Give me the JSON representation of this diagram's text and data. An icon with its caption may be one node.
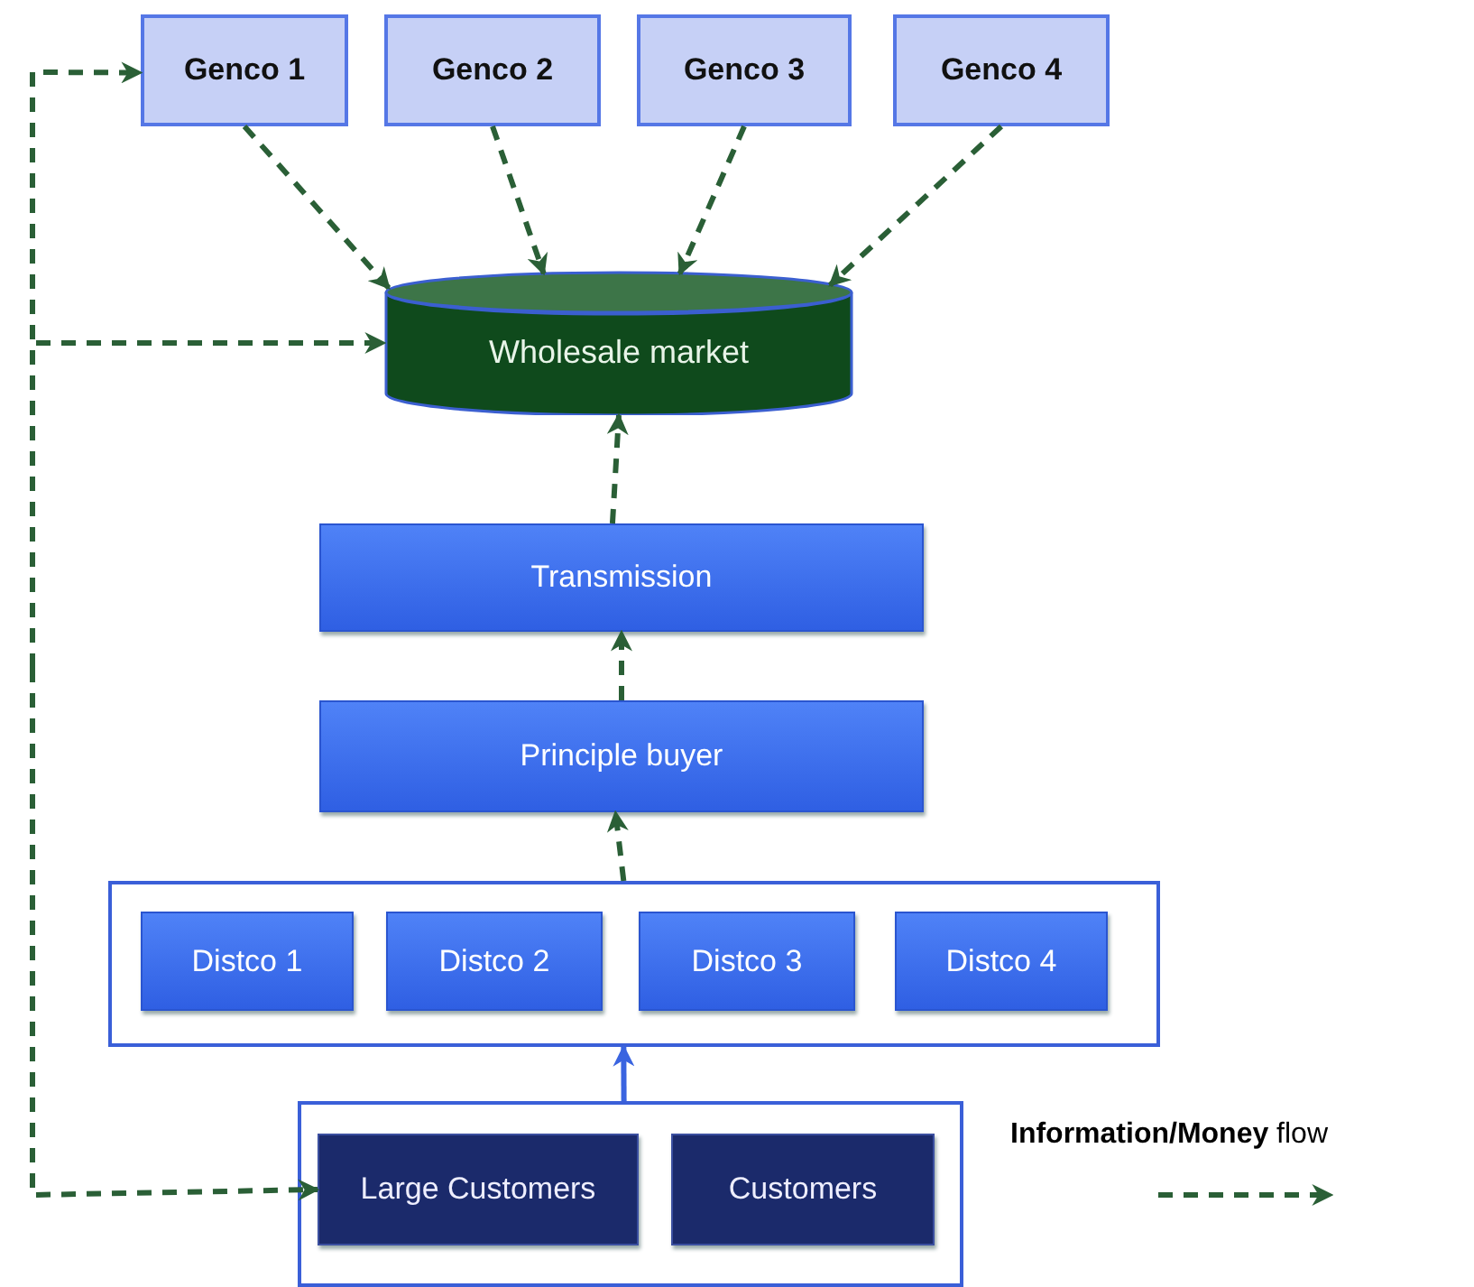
{
  "diagram": {
    "nodes": [
      {
        "text": [
          "Genco 1"
        ]
      },
      {
        "text": [
          "Genco 2"
        ]
      },
      {
        "text": [
          "Genco 3"
        ]
      },
      {
        "text": [
          "Genco 4"
        ]
      },
      {
        "text": [
          "Wholesale market"
        ]
      },
      {
        "text": [
          "Transmission"
        ]
      },
      {
        "text": [
          "Principle buyer"
        ]
      },
      {
        "text": [],
        "shape": "box"
      },
      {
        "text": [
          "Distco 1"
        ],
        "in": 7
      },
      {
        "text": [
          "Distco 2"
        ],
        "in": 7
      },
      {
        "text": [
          "Distco 3"
        ],
        "in": 7
      },
      {
        "text": [
          "Distco 4"
        ],
        "in": 7
      },
      {
        "text": [],
        "shape": "box"
      },
      {
        "text": [
          "Large Customers"
        ],
        "in": 12
      },
      {
        "text": [
          "Customers"
        ],
        "in": 12
      }
    ],
    "edges": [
      {
        "from": 0,
        "to": 4,
        "arrow": "to",
        "style": "dashed"
      },
      {
        "from": 1,
        "to": 4,
        "arrow": "to",
        "style": "dashed"
      },
      {
        "from": 2,
        "to": 4,
        "arrow": "to",
        "style": "dashed"
      },
      {
        "from": 3,
        "to": 4,
        "arrow": "to",
        "style": "dashed"
      },
      {
        "from": 5,
        "to": 4,
        "arrow": "to",
        "style": "dashed"
      },
      {
        "from": 6,
        "to": 5,
        "arrow": "to",
        "style": "dashed"
      },
      {
        "from": 7,
        "to": 6,
        "arrow": "to",
        "style": "dashed"
      },
      {
        "from": 12,
        "to": 7,
        "arrow": "to",
        "color": "#3a64e0"
      },
      {
        "from": null,
        "to": 0,
        "arrow": "to",
        "style": "dashed"
      },
      {
        "from": null,
        "to": 4,
        "arrow": "to",
        "style": "dashed"
      },
      {
        "from": null,
        "to": 13,
        "arrow": "to",
        "style": "dashed"
      }
    ],
    "legend": [
      {
        "text": "**Information/Money** flow"
      }
    ]
  }
}
